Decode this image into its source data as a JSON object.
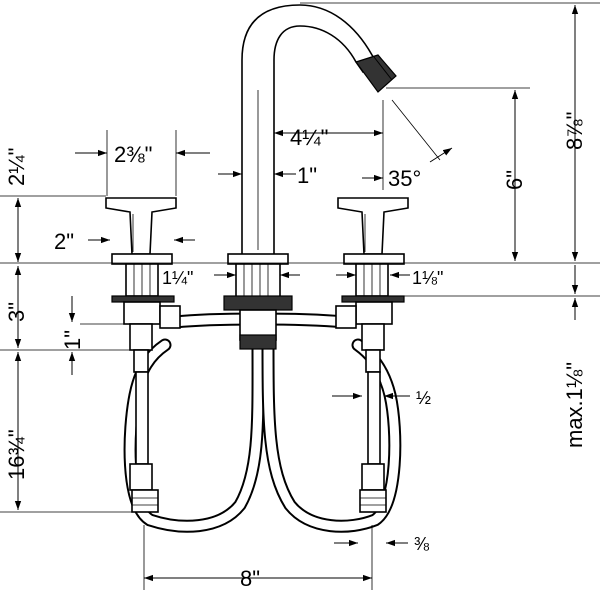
{
  "dimensions": {
    "spout_reach": "4¼\"",
    "total_height": "8⅞\"",
    "spout_height": "6\"",
    "spout_angle": "35°",
    "spout_base": "1\"",
    "handle_width": "2⅜\"",
    "handle_height": "2¼\"",
    "handle_base": "2\"",
    "spout_shank": "1¼\"",
    "handle_shank": "1⅛\"",
    "valve_body": "3\"",
    "valve_offset": "1\"",
    "max_deck": "max.1⅛\"",
    "supply_length": "16¾\"",
    "half_inch": "½",
    "three_eighths": "⅜",
    "spread": "8\""
  }
}
